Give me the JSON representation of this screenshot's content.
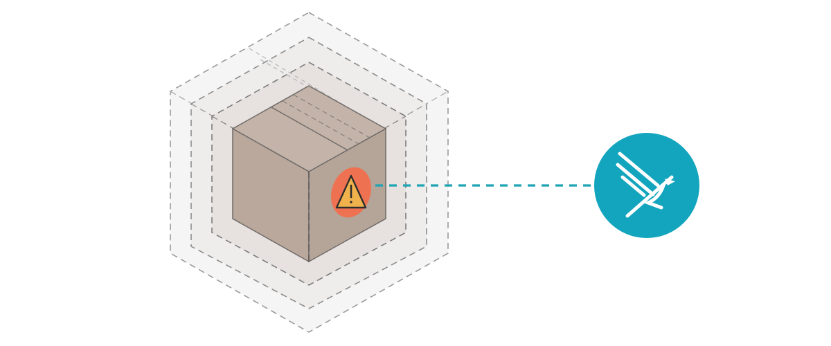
{
  "diagram": {
    "colors": {
      "background": "#ffffff",
      "outer_layer_fill": "#f6f5f5",
      "middle_layer_fill": "#efedec",
      "inner_layer_fill": "#e7e2df",
      "layer_stroke": "#9a9a9a",
      "box_fill": "#b9a89c",
      "box_stroke": "#6f6b69",
      "warning_halo": "#ee7252",
      "warning_triangle": "#f0b24c",
      "connector": "#1fa4b4",
      "logo_circle": "#13a5bd",
      "logo_mark": "#ffffff"
    },
    "nodes": [
      {
        "id": "package-box",
        "icon": "cardboard-box-icon"
      },
      {
        "id": "tamper-warning",
        "icon": "warning-triangle-icon"
      },
      {
        "id": "brand-logo",
        "icon": "bird-logo-icon"
      }
    ],
    "layers": [
      {
        "id": "outer-layer",
        "style": "dashed"
      },
      {
        "id": "middle-layer",
        "style": "dashed"
      },
      {
        "id": "inner-layer",
        "style": "dashed"
      }
    ],
    "edges": [
      {
        "from": "tamper-warning",
        "to": "brand-logo",
        "style": "dashed"
      }
    ]
  }
}
